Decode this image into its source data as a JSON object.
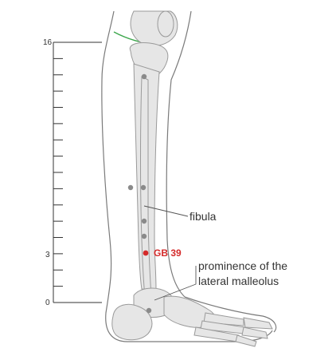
{
  "scale": {
    "tick_top": "16",
    "tick_mid": "3",
    "tick_bottom": "0"
  },
  "labels": {
    "fibula": "fibula",
    "point": "GB 39",
    "malleolus_line1": "prominence of the",
    "malleolus_line2": "lateral malleolus"
  },
  "colors": {
    "point_red": "#d42a2a",
    "point_grey": "#8a8a8a",
    "bone_fill": "#e6e6e6",
    "bone_stroke": "#9a9a9a",
    "outline": "#7a7a7a",
    "crease_green": "#3aa64a"
  }
}
